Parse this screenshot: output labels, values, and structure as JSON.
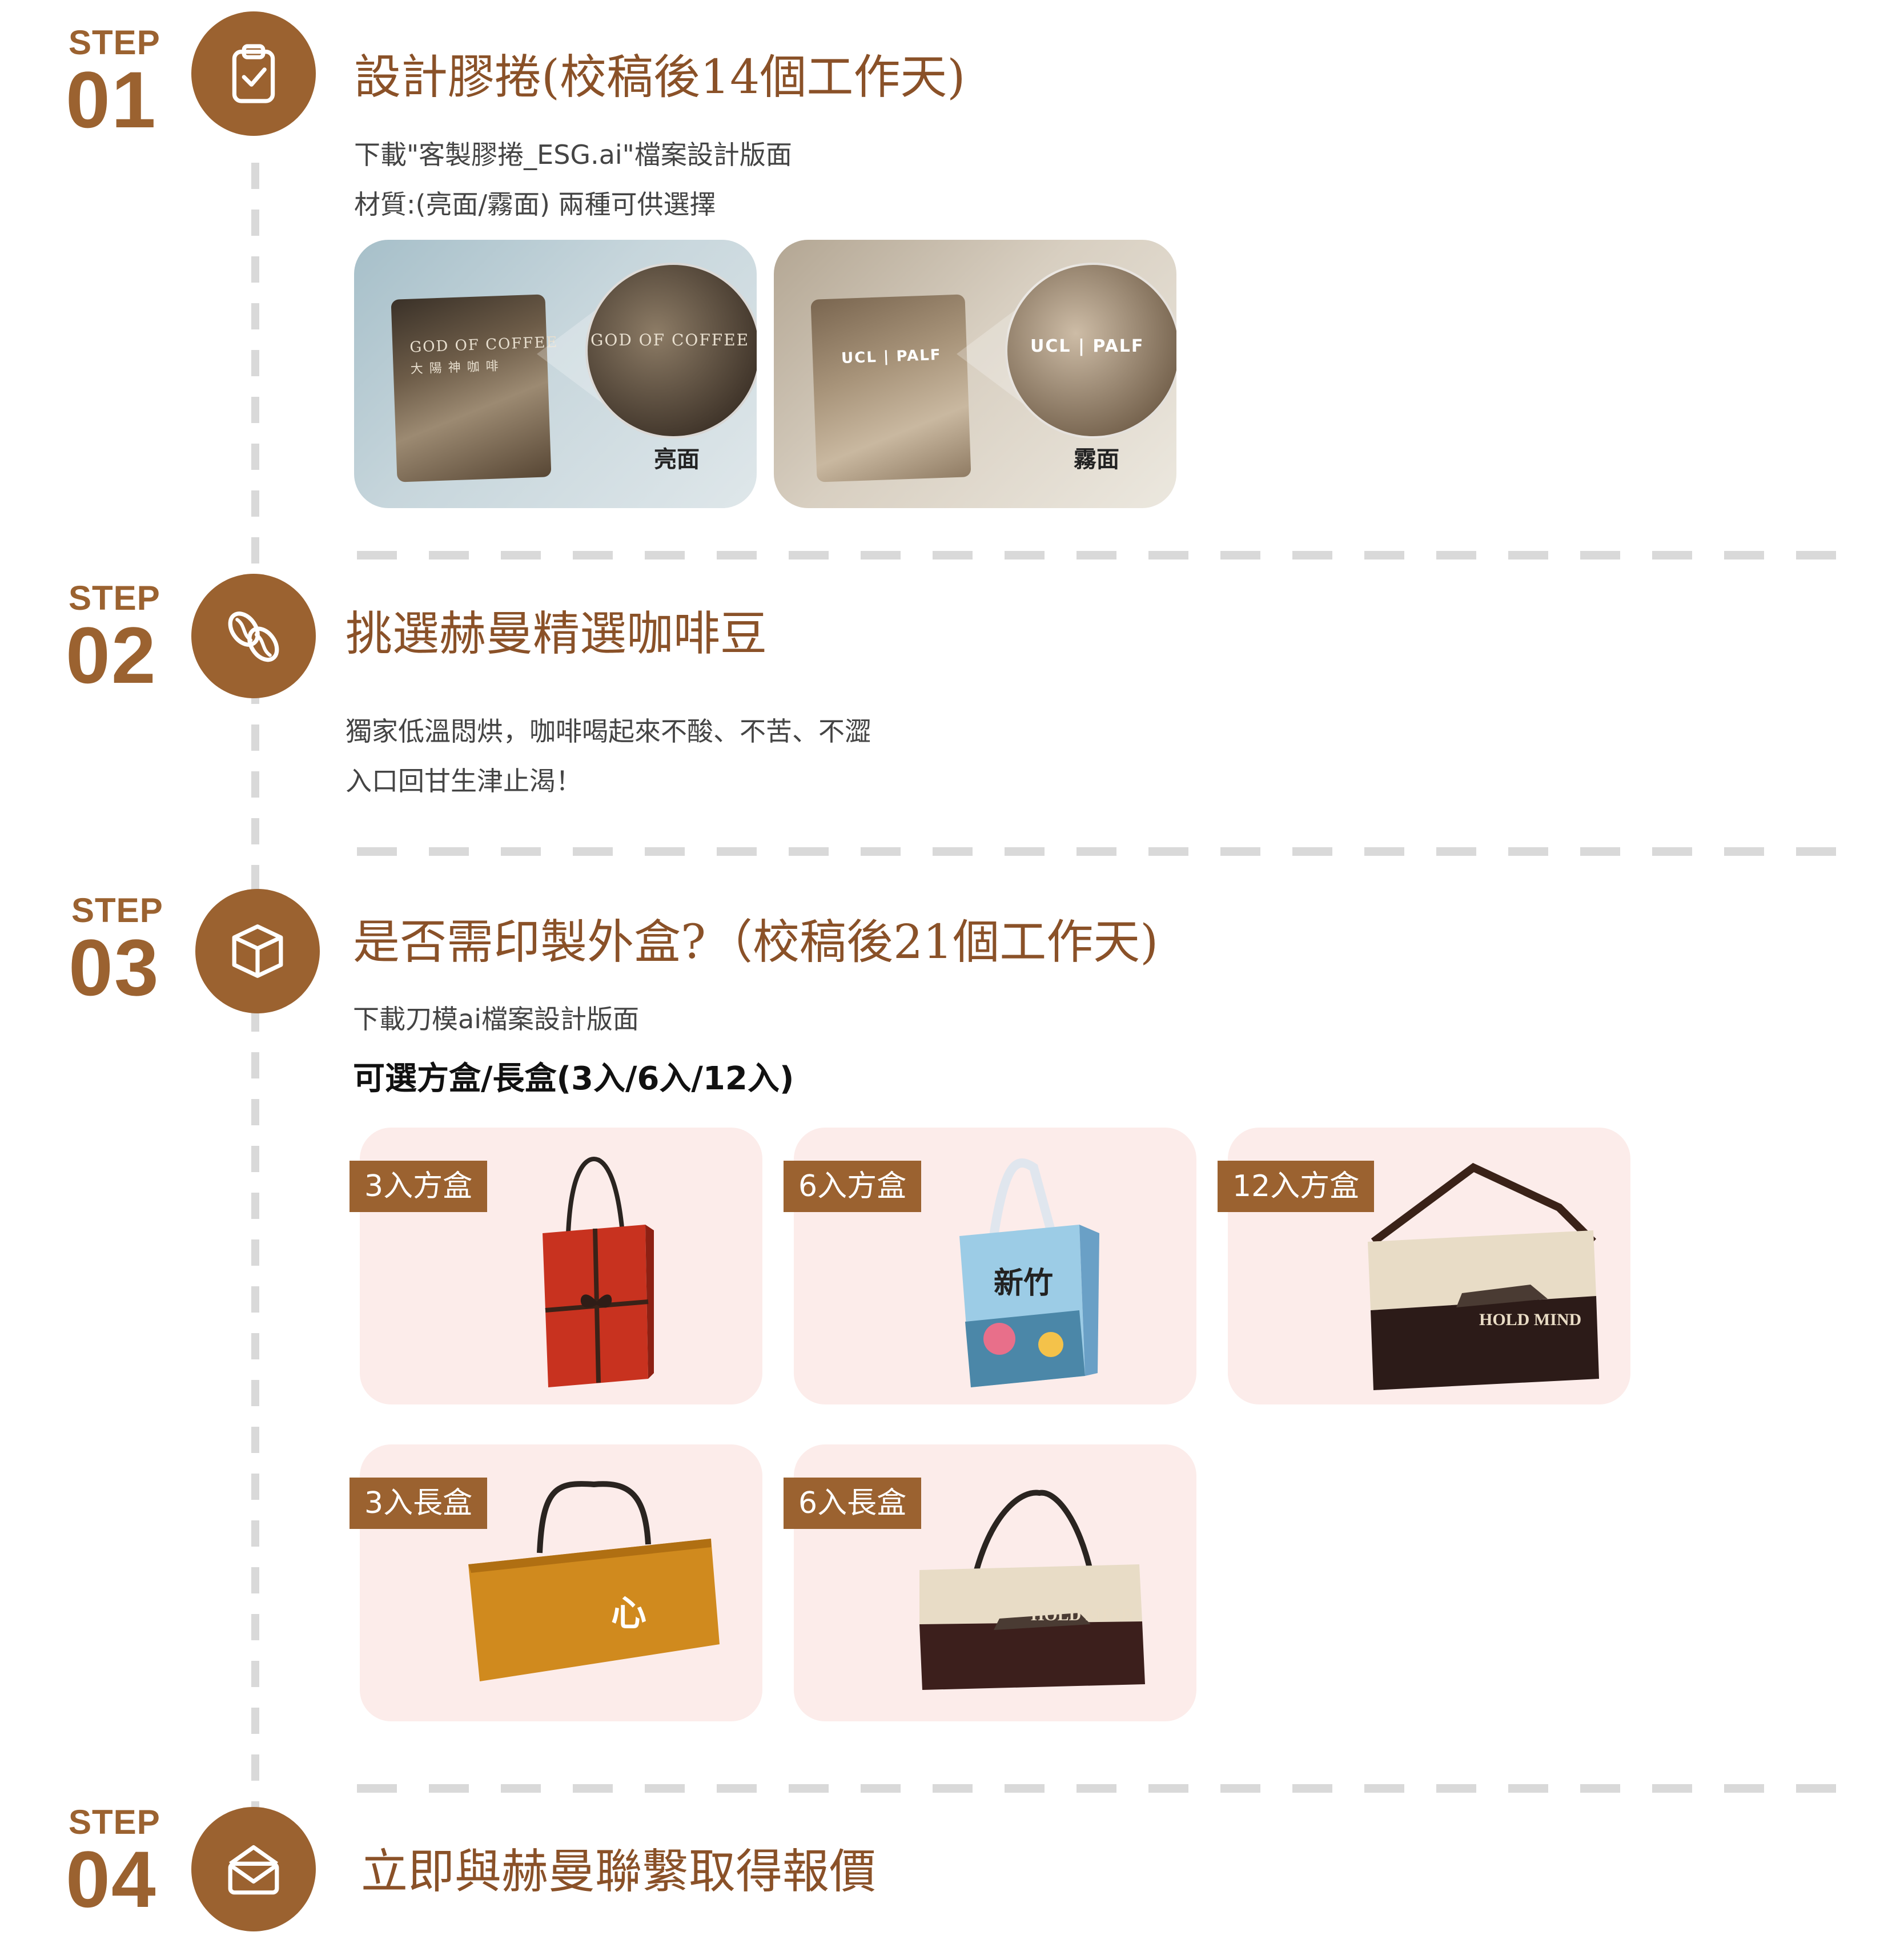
{
  "steps": [
    {
      "word": "STEP",
      "num": "01",
      "title": "設計膠捲(校稿後14個工作天)",
      "lines": [
        "下載\"客製膠捲_ESG.ai\"檔案設計版面",
        "材質:(亮面/霧面) 兩種可供選擇"
      ],
      "materials": [
        {
          "label": "亮面",
          "pack_line1": "GOD OF COFFEE",
          "pack_line2": "大 陽 神 咖 啡"
        },
        {
          "label": "霧面",
          "pack_line1": "UCL | PALF",
          "pack_line2": "UCL | PALF"
        }
      ]
    },
    {
      "word": "STEP",
      "num": "02",
      "title": "挑選赫曼精選咖啡豆",
      "lines": [
        "獨家低溫悶烘，咖啡喝起來不酸、不苦、不澀",
        "入口回甘生津止渴！"
      ]
    },
    {
      "word": "STEP",
      "num": "03",
      "title": "是否需印製外盒?（校稿後21個工作天)",
      "lines": [
        "下載刀模ai檔案設計版面"
      ],
      "bold_line": "可選方盒/長盒(3入/6入/12入)",
      "boxes": [
        {
          "label": "3入方盒"
        },
        {
          "label": "6入方盒",
          "print": "新竹"
        },
        {
          "label": "12入方盒",
          "print": "HOLD MIND"
        },
        {
          "label": "3入長盒",
          "print": "心"
        },
        {
          "label": "6入長盒",
          "print": "HOLD MIND"
        }
      ]
    },
    {
      "word": "STEP",
      "num": "04",
      "title": "立即與赫曼聯繫取得報價"
    }
  ],
  "colors": {
    "accent": "#9b6230",
    "title": "#8a5128",
    "card": "#fcecea",
    "dash": "#d9d9d9"
  },
  "icons": [
    "clipboard-check-icon",
    "coffee-beans-icon",
    "box-icon",
    "envelope-icon"
  ]
}
